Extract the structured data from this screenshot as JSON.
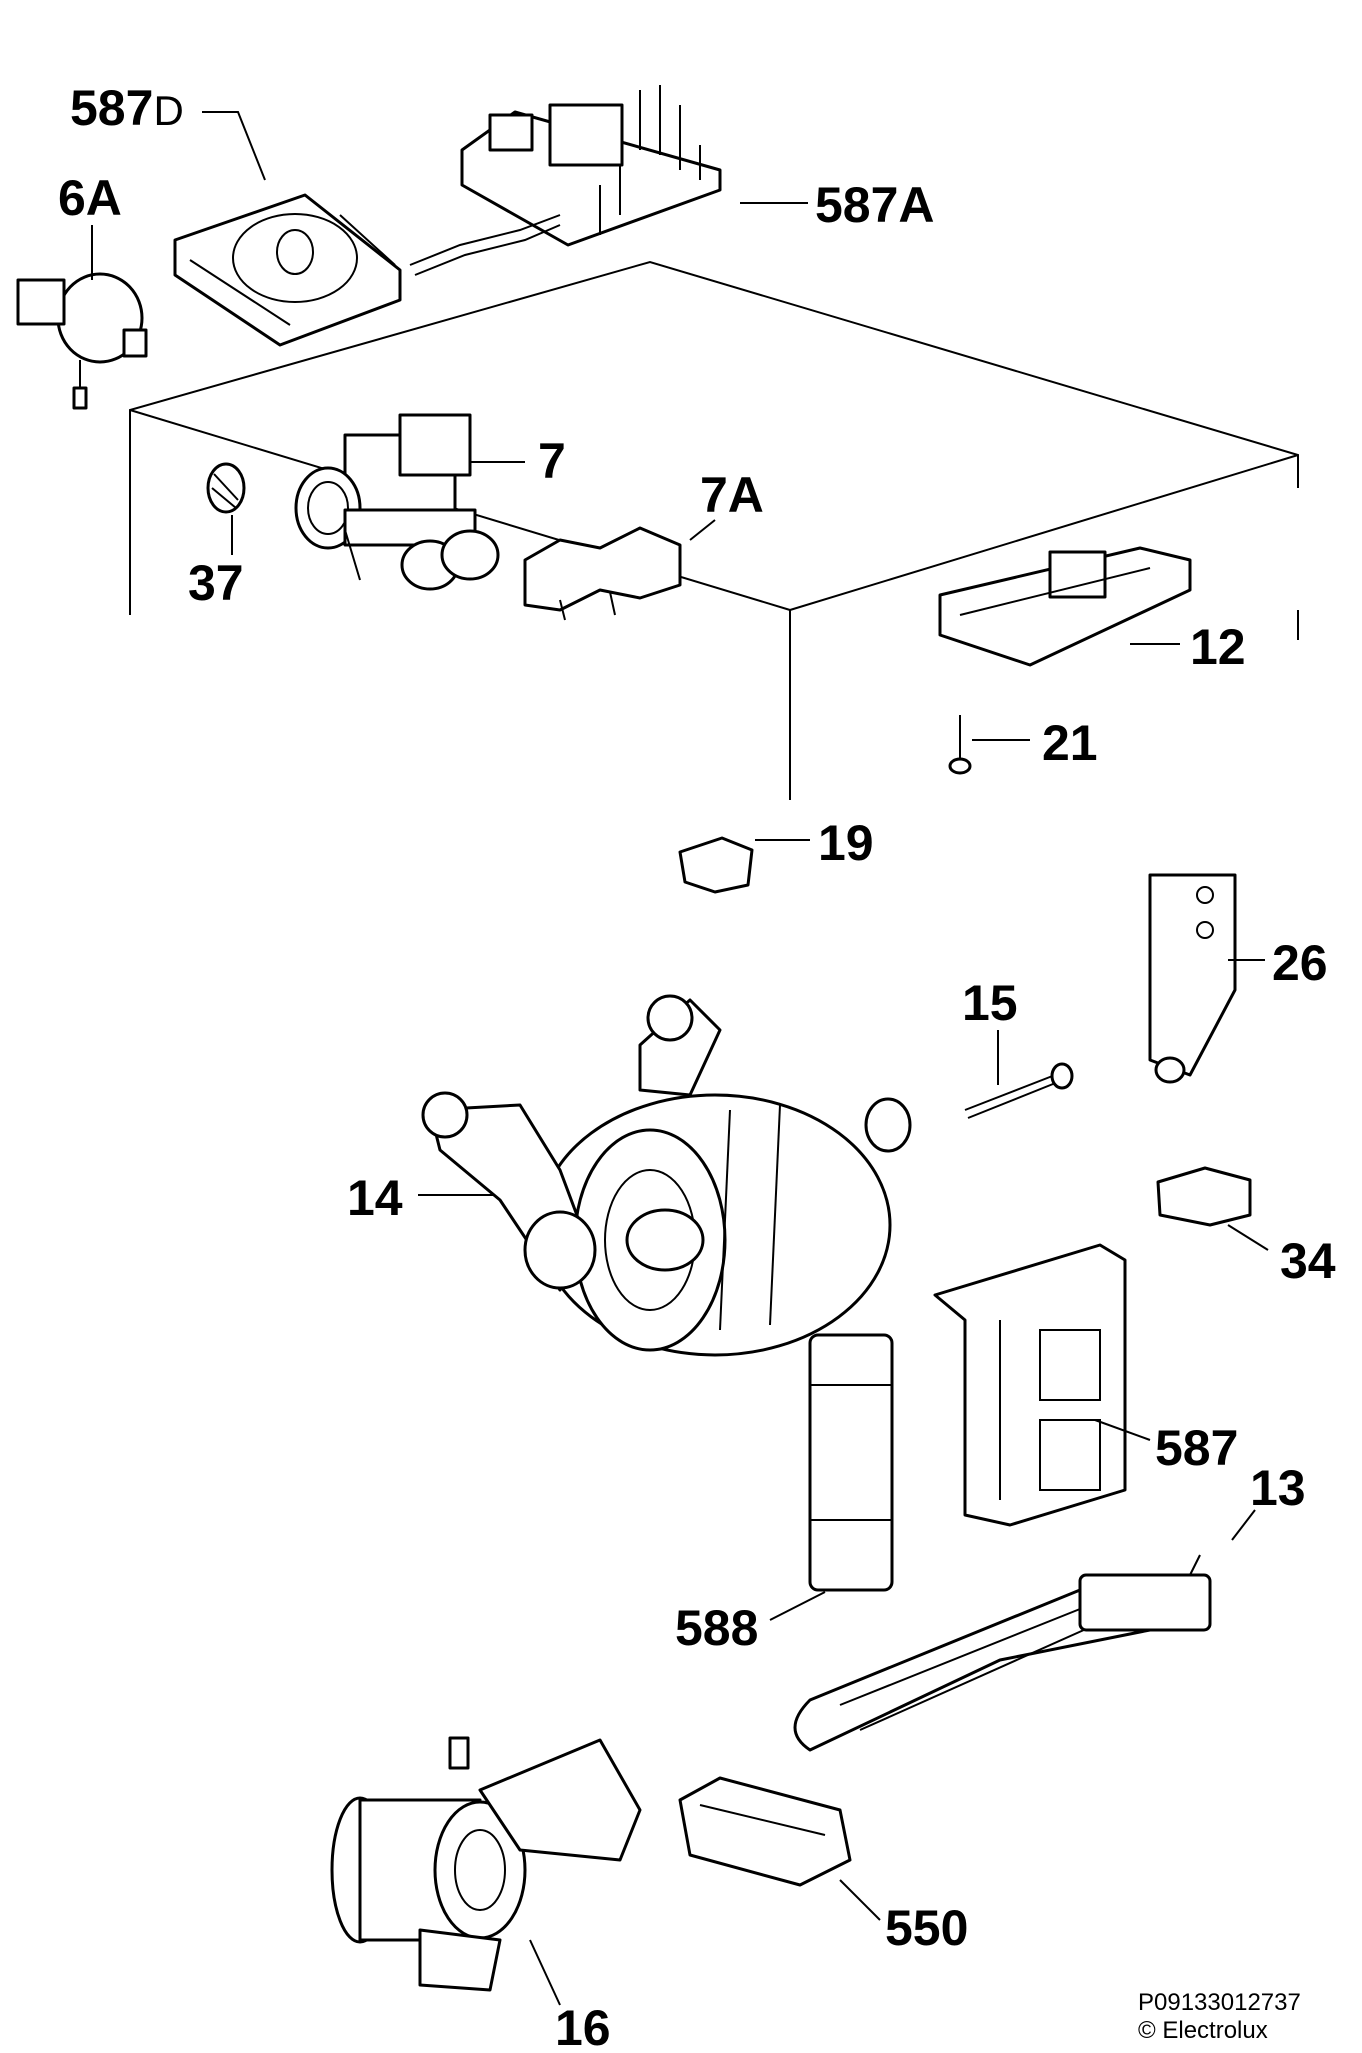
{
  "callouts": {
    "p587d_main": "587",
    "p587d_suffix": "D",
    "p6a": "6A",
    "p587a": "587A",
    "p7": "7",
    "p7a": "7A",
    "p37": "37",
    "p12": "12",
    "p21": "21",
    "p19": "19",
    "p26": "26",
    "p15": "15",
    "p14": "14",
    "p34": "34",
    "p587": "587",
    "p588": "588",
    "p13": "13",
    "p550": "550",
    "p16": "16"
  },
  "footer": {
    "code": "P09133012737",
    "copyright": "© Electrolux"
  }
}
